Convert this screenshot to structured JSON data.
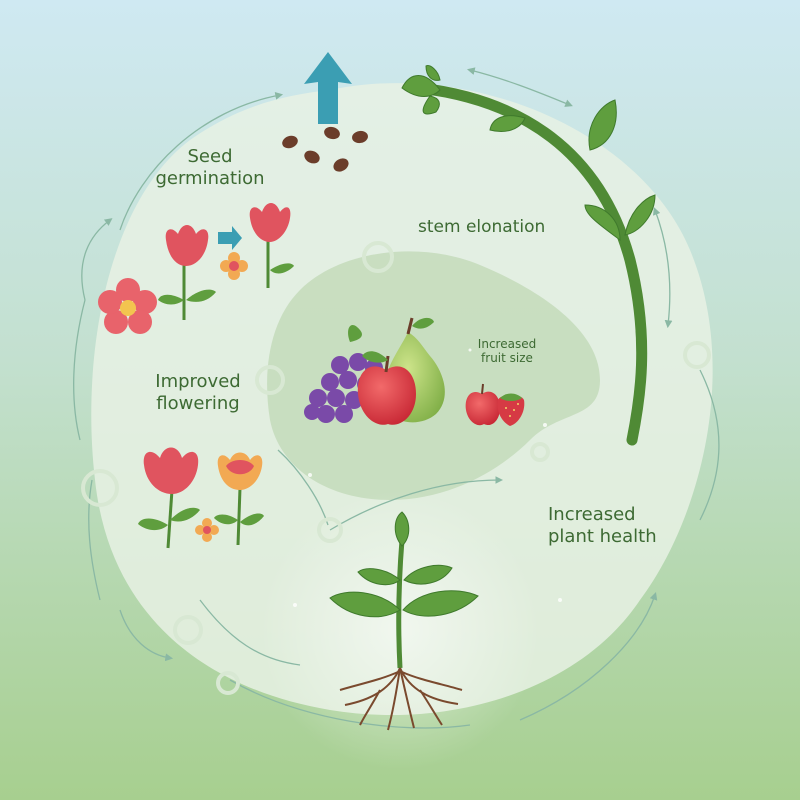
{
  "labels": {
    "seed_germination": [
      "Seed",
      "germination"
    ],
    "stem_elongation": "stem elonation",
    "increased_fruit_size": [
      "Increased",
      "fruit size"
    ],
    "improved_flowering": [
      "Improved",
      "flowering"
    ],
    "increased_plant_health": [
      "Increased",
      "plant health"
    ]
  },
  "colors": {
    "sky_top": "#cfe9f2",
    "sky_bottom": "#a7cf8f",
    "ring": "#e9f2e6",
    "inner_blob": "#c6ddc0",
    "text": "#3d6a33",
    "arrow_teal": "#3b9eb3",
    "stem_green": "#4f8a35",
    "leaf_green": "#5f9e3e",
    "flower_red": "#e0545f",
    "seed_brown": "#6b3d2a"
  },
  "icons": [
    "up-arrow-icon",
    "seed-icon",
    "flower-icon",
    "grapes-icon",
    "pear-icon",
    "apple-icon",
    "strawberry-icon",
    "seedling-icon",
    "roots-icon",
    "vine-stem-icon",
    "cycle-node-icon"
  ]
}
